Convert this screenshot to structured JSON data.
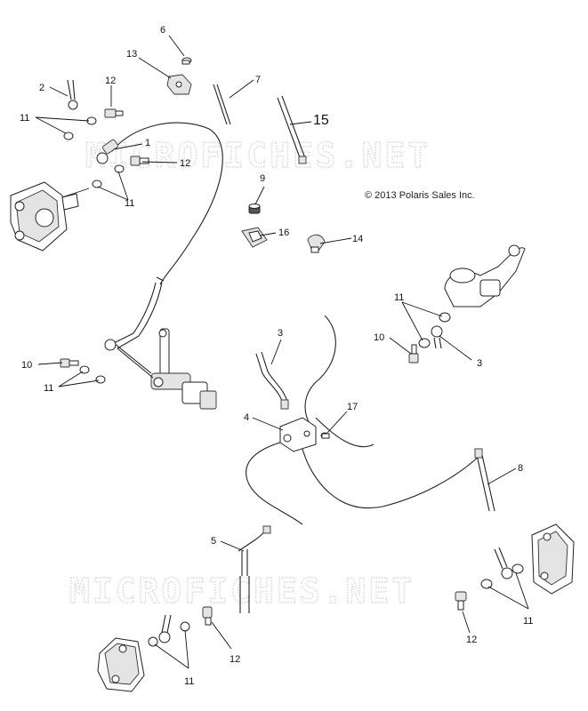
{
  "copyright": "© 2013 Polaris Sales Inc.",
  "watermark": "MICROFICHES.NET",
  "callouts": {
    "c1": "1",
    "c2": "2",
    "c3a": "3",
    "c3b": "3",
    "c4": "4",
    "c5": "5",
    "c6": "6",
    "c7": "7",
    "c8": "8",
    "c9": "9",
    "c10a": "10",
    "c10b": "10",
    "c11a": "11",
    "c11b": "11",
    "c11c": "11",
    "c11d": "11",
    "c11e": "11",
    "c11f": "11",
    "c12a": "12",
    "c12b": "12",
    "c12c": "12",
    "c12d": "12",
    "c13": "13",
    "c14": "14",
    "c15": "15",
    "c16": "16",
    "c17": "17"
  }
}
